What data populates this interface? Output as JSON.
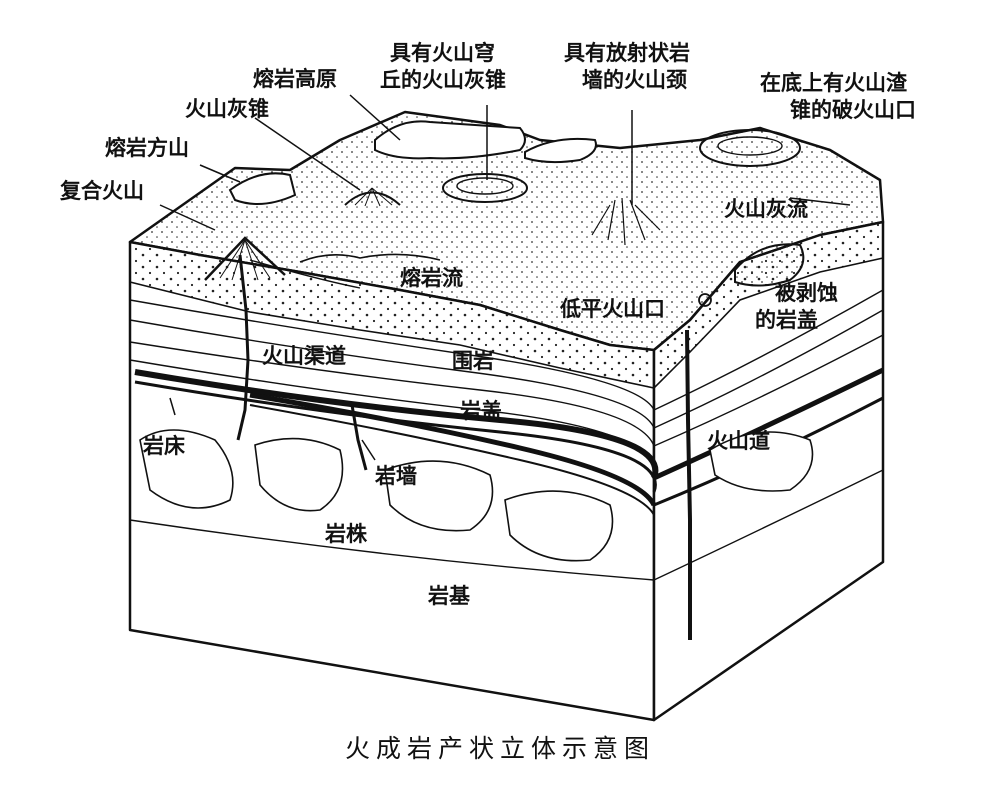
{
  "caption": "火成岩产状立体示意图",
  "labels": {
    "composite_volcano": "复合火山",
    "lava_mesa": "熔岩方山",
    "cinder_cone": "火山灰锥",
    "lava_plateau": "熔岩高原",
    "domed_cinder_cone_l1": "具有火山穹",
    "domed_cinder_cone_l2": "丘的火山灰锥",
    "radial_dike_neck_l1": "具有放射状岩",
    "radial_dike_neck_l2": "墙的火山颈",
    "breached_crater_l1": "在底上有火山渣",
    "breached_crater_l2": "锥的破火山口",
    "ash_flow": "火山灰流",
    "lava_flow": "熔岩流",
    "maar": "低平火山口",
    "eroded_laccolith_l1": "被剥蚀",
    "eroded_laccolith_l2": "的岩盖",
    "volcanic_conduit": "火山渠道",
    "country_rock": "围岩",
    "laccolith": "岩盖",
    "sill": "岩床",
    "dike": "岩墙",
    "stock": "岩株",
    "batholith": "岩基",
    "volcanic_pipe": "火山道"
  }
}
